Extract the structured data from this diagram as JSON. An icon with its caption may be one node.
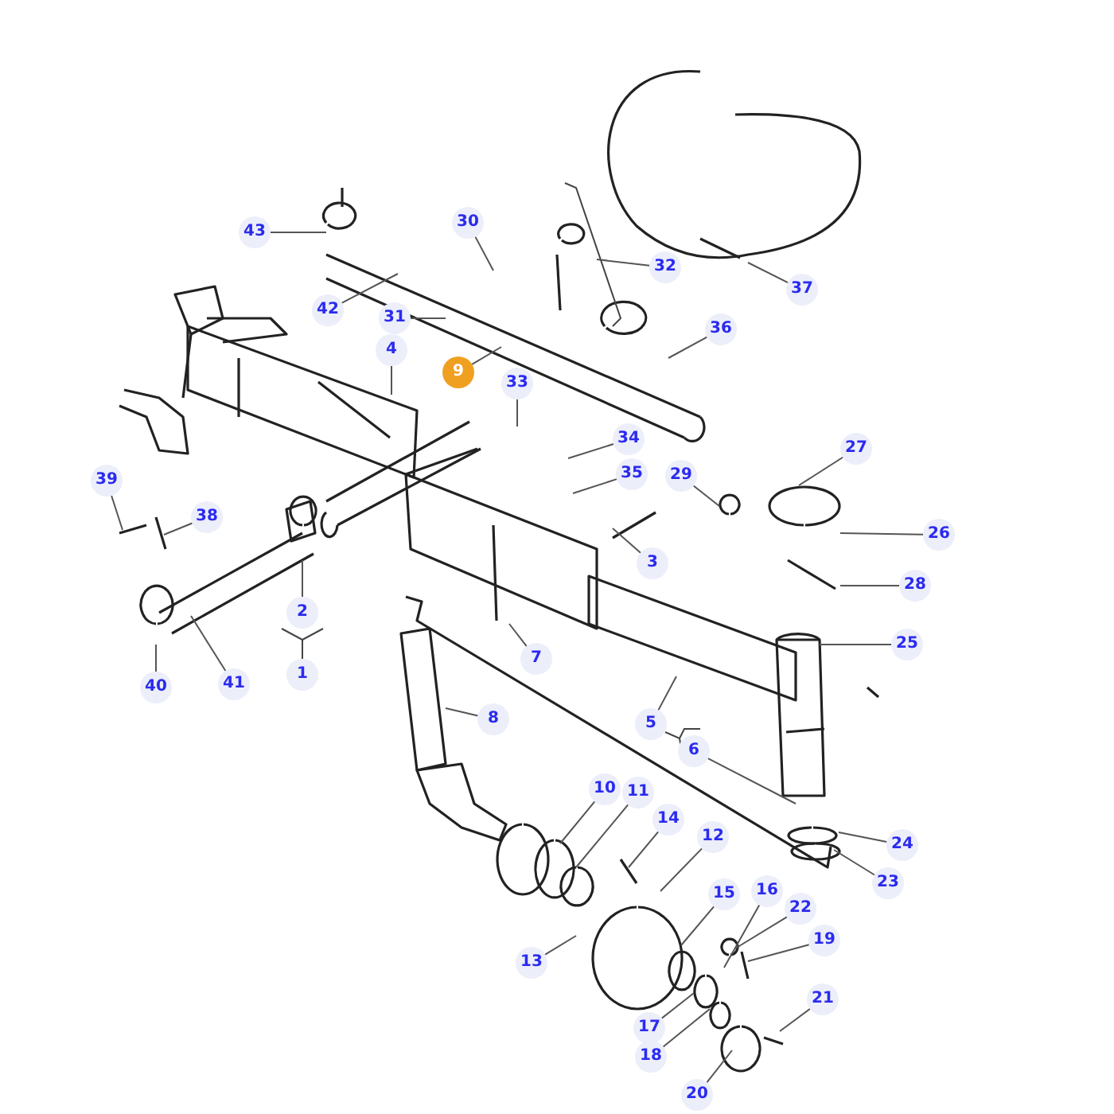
{
  "diagram": {
    "nodes": [
      {
        "text": [
          "43"
        ]
      },
      {
        "text": [
          "30"
        ]
      },
      {
        "text": [
          "32"
        ]
      },
      {
        "text": [
          "37"
        ]
      },
      {
        "text": [
          "42"
        ]
      },
      {
        "text": [
          "31"
        ]
      },
      {
        "text": [
          "36"
        ]
      },
      {
        "text": [
          "4"
        ]
      },
      {
        "text": [
          "9"
        ]
      },
      {
        "text": [
          "33"
        ]
      },
      {
        "text": [
          "34"
        ]
      },
      {
        "text": [
          "27"
        ]
      },
      {
        "text": [
          "35"
        ]
      },
      {
        "text": [
          "29"
        ]
      },
      {
        "text": [
          "39"
        ]
      },
      {
        "text": [
          "38"
        ]
      },
      {
        "text": [
          "26"
        ]
      },
      {
        "text": [
          "3"
        ]
      },
      {
        "text": [
          "28"
        ]
      },
      {
        "text": [
          "2"
        ]
      },
      {
        "text": [
          "25"
        ]
      },
      {
        "text": [
          "7"
        ]
      },
      {
        "text": [
          "1"
        ]
      },
      {
        "text": [
          "41"
        ]
      },
      {
        "text": [
          "40"
        ]
      },
      {
        "text": [
          "8"
        ]
      },
      {
        "text": [
          "5"
        ]
      },
      {
        "text": [
          "6"
        ]
      },
      {
        "text": [
          "10"
        ]
      },
      {
        "text": [
          "11"
        ]
      },
      {
        "text": [
          "14"
        ]
      },
      {
        "text": [
          "12"
        ]
      },
      {
        "text": [
          "24"
        ]
      },
      {
        "text": [
          "23"
        ]
      },
      {
        "text": [
          "16"
        ]
      },
      {
        "text": [
          "15"
        ]
      },
      {
        "text": [
          "22"
        ]
      },
      {
        "text": [
          "19"
        ]
      },
      {
        "text": [
          "13"
        ]
      },
      {
        "text": [
          "21"
        ]
      },
      {
        "text": [
          "17"
        ]
      },
      {
        "text": [
          "18"
        ]
      },
      {
        "text": [
          "20"
        ]
      }
    ],
    "edges": [
      {
        "from": 0,
        "to": null,
        "arrow": "none"
      },
      {
        "from": 1,
        "to": null,
        "arrow": "none"
      },
      {
        "from": 2,
        "to": null,
        "arrow": "none"
      },
      {
        "from": 3,
        "to": null,
        "arrow": "none"
      },
      {
        "from": 4,
        "to": null,
        "arrow": "none"
      },
      {
        "from": 5,
        "to": null,
        "arrow": "none"
      },
      {
        "from": 6,
        "to": null,
        "arrow": "none"
      },
      {
        "from": 7,
        "to": null,
        "arrow": "none"
      },
      {
        "from": 8,
        "to": null,
        "arrow": "none"
      },
      {
        "from": 9,
        "to": null,
        "arrow": "none"
      },
      {
        "from": 10,
        "to": null,
        "arrow": "none"
      },
      {
        "from": 11,
        "to": null,
        "arrow": "none"
      },
      {
        "from": 12,
        "to": null,
        "arrow": "none"
      },
      {
        "from": 13,
        "to": null,
        "arrow": "none"
      },
      {
        "from": 14,
        "to": null,
        "arrow": "none"
      },
      {
        "from": 15,
        "to": null,
        "arrow": "none"
      },
      {
        "from": 16,
        "to": null,
        "arrow": "none"
      },
      {
        "from": 17,
        "to": null,
        "arrow": "none"
      },
      {
        "from": 18,
        "to": null,
        "arrow": "none"
      },
      {
        "from": 19,
        "to": null,
        "arrow": "none"
      },
      {
        "from": 20,
        "to": null,
        "arrow": "none"
      },
      {
        "from": 21,
        "to": null,
        "arrow": "none"
      },
      {
        "from": 23,
        "to": null,
        "arrow": "none"
      },
      {
        "from": 24,
        "to": null,
        "arrow": "none"
      },
      {
        "from": 25,
        "to": null,
        "arrow": "none"
      },
      {
        "from": 26,
        "to": null,
        "arrow": "none"
      },
      {
        "from": 27,
        "to": null,
        "arrow": "none"
      },
      {
        "from": 28,
        "to": null,
        "arrow": "none"
      },
      {
        "from": 29,
        "to": null,
        "arrow": "none"
      },
      {
        "from": 30,
        "to": null,
        "arrow": "none"
      },
      {
        "from": 31,
        "to": null,
        "arrow": "none"
      },
      {
        "from": 32,
        "to": null,
        "arrow": "none"
      },
      {
        "from": 33,
        "to": null,
        "arrow": "none"
      },
      {
        "from": 34,
        "to": null,
        "arrow": "none"
      },
      {
        "from": 35,
        "to": null,
        "arrow": "none"
      },
      {
        "from": 36,
        "to": null,
        "arrow": "none"
      },
      {
        "from": 37,
        "to": null,
        "arrow": "none"
      },
      {
        "from": 38,
        "to": null,
        "arrow": "none"
      },
      {
        "from": 39,
        "to": null,
        "arrow": "none"
      },
      {
        "from": 40,
        "to": null,
        "arrow": "none"
      },
      {
        "from": 41,
        "to": null,
        "arrow": "none"
      },
      {
        "from": 42,
        "to": null,
        "arrow": "none"
      }
    ]
  }
}
